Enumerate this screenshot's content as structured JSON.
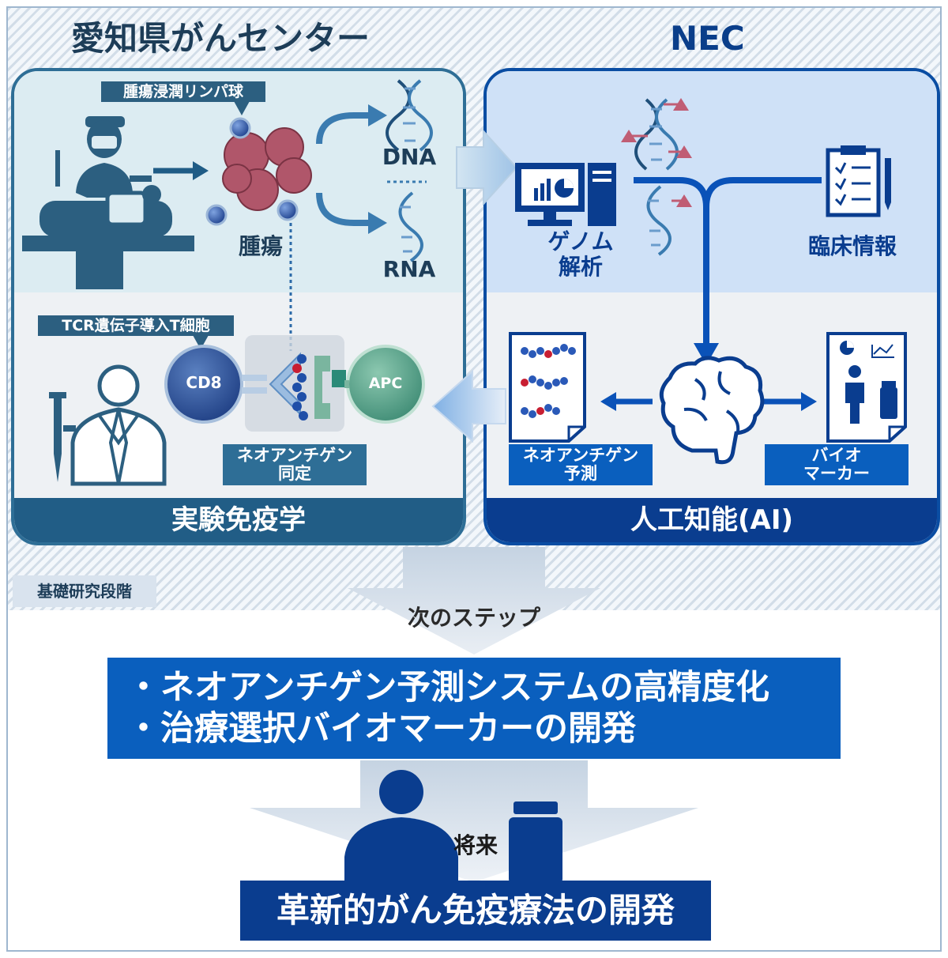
{
  "left_org": {
    "title": "愛知県がんセンター",
    "til_label": "腫瘍浸潤リンパ球",
    "tumor_label": "腫瘍",
    "dna_label": "DNA",
    "rna_label": "RNA",
    "tcr_label": "TCR遺伝子導入T細胞",
    "cd8_label": "CD8",
    "apc_label": "APC",
    "neoantigen_id_label": [
      "ネオアンチゲン",
      "同定"
    ],
    "section_title": "実験免疫学"
  },
  "right_org": {
    "title": "NEC",
    "genome_label": [
      "ゲノム",
      "解析"
    ],
    "clinical_label": "臨床情報",
    "neoantigen_pred_label": [
      "ネオアンチゲン",
      "予測"
    ],
    "biomarker_label": [
      "バイオ",
      "マーカー"
    ],
    "section_title": "人工知能(AI)"
  },
  "stage_label": "基礎研究段階",
  "next_step_label": "次のステップ",
  "goals": [
    "・ネオアンチゲン予測システムの高精度化",
    "・治療選択バイオマーカーの開発"
  ],
  "future_label": "将来",
  "final_goal": "革新的がん免疫療法の開発",
  "colors": {
    "left_accent": "#215d86",
    "right_accent": "#0a3d8f",
    "goal_box": "#0a5fbe",
    "tumor": "#b0566a",
    "dna_red": "#c81e32"
  },
  "icons": [
    "surgeon-icon",
    "patient-on-table-icon",
    "tumor-icon",
    "lymphocyte-icon",
    "dna-icon",
    "rna-icon",
    "computer-icon",
    "clipboard-icon",
    "researcher-icon",
    "pipette-icon",
    "brain-icon",
    "report-icon",
    "person-icon",
    "medicine-bottle-icon"
  ]
}
